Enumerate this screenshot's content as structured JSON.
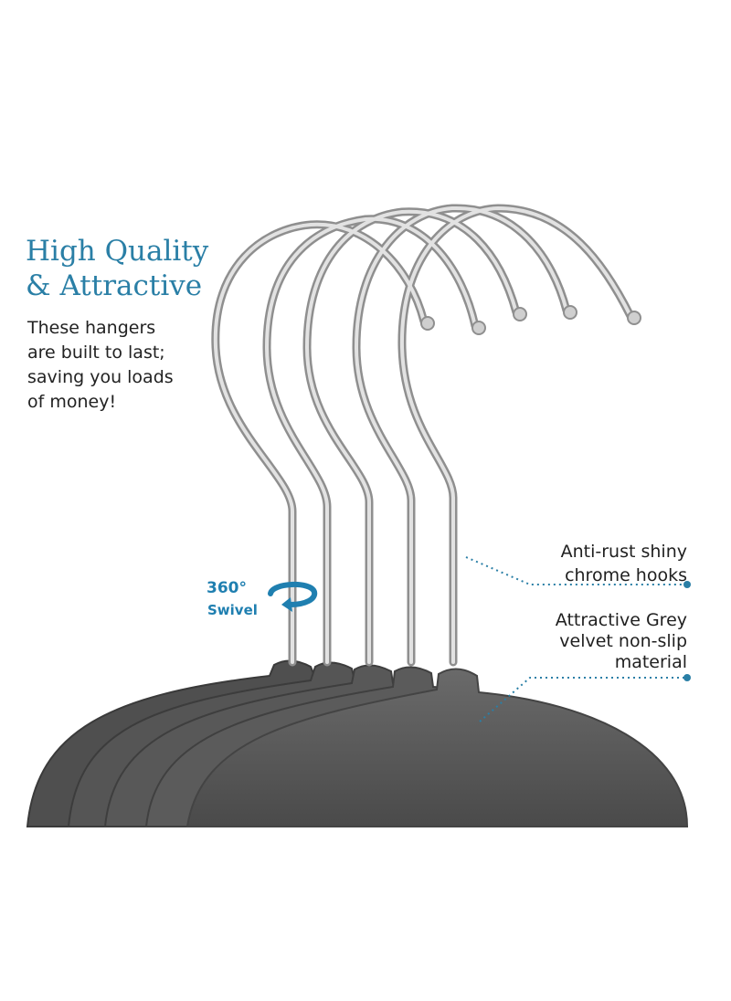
{
  "headline": {
    "line1": "High Quality",
    "line2": "& Attractive"
  },
  "body_text": [
    "These hangers",
    "are built to last;",
    "saving you loads",
    "of money!"
  ],
  "swivel_badge": {
    "degree": "360°",
    "label": "Swivel"
  },
  "callouts": {
    "hooks": [
      "Anti-rust shiny",
      "chrome hooks"
    ],
    "material": [
      "Attractive Grey",
      "velvet non-slip",
      "material"
    ]
  },
  "colors": {
    "accent_blue": "#2a7fa6",
    "text_dark": "#222222",
    "velvet_grey": "#5a5a5a",
    "chrome": "#c9c9c9"
  }
}
